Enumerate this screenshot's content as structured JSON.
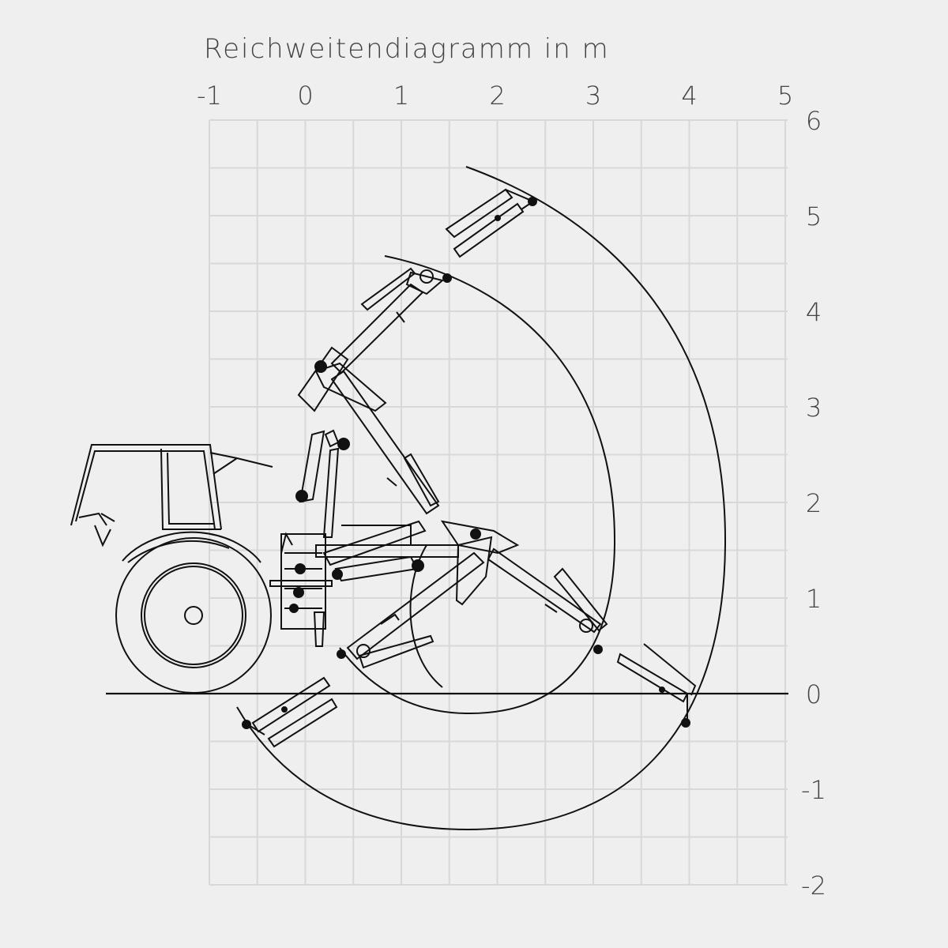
{
  "title": "Reichweitendiagramm in m",
  "x_ticks": [
    "-1",
    "0",
    "1",
    "2",
    "3",
    "4",
    "5"
  ],
  "y_ticks": [
    "6",
    "5",
    "4",
    "3",
    "2",
    "1",
    "0",
    "-1",
    "-2"
  ],
  "colors": {
    "background": "#efefef",
    "grid": "#d6d6d6",
    "ink": "#111111"
  },
  "drawing": [
    "tractor",
    "rear-mounted-hedge-trimmer-arm",
    "ground-line",
    "reach-envelope-arcs"
  ]
}
